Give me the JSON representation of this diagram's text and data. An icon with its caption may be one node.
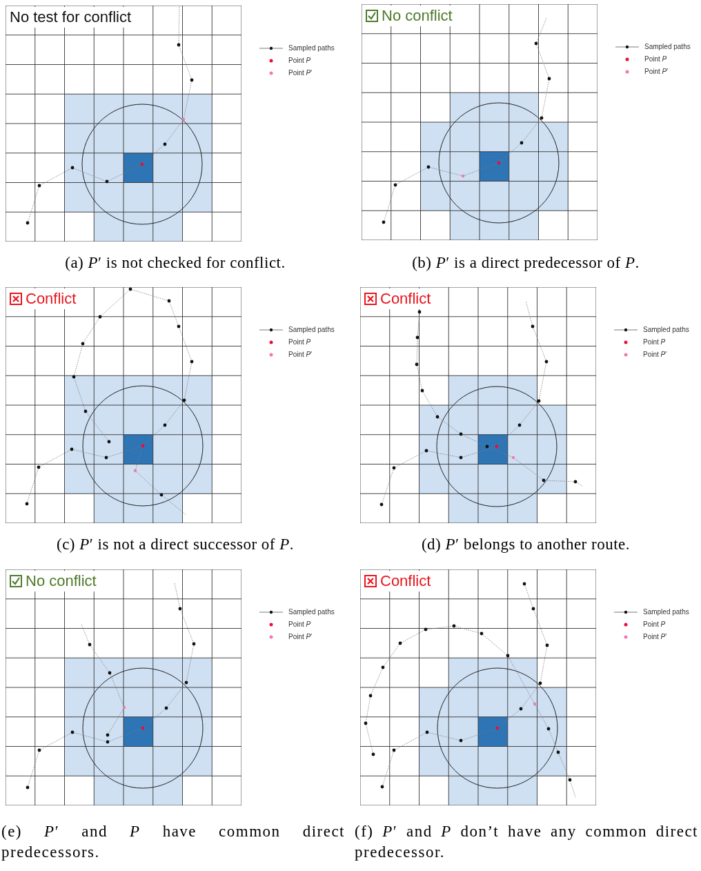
{
  "diagram": {
    "labels": [
      "No test for conflict",
      "No conflict",
      "(a) *P*′ is not checked for conflict.",
      "(b) *P*′ is a direct predecessor of *P*.",
      "Conflict",
      "Conflict",
      "(c) *P*′ is not a direct successor of *P*.",
      "(d) *P*′ belongs to another route.",
      "No conflict",
      "Conflict",
      "(e) *P*′ and *P* have common direct predecessors.",
      "(f) *P*′ and *P* don’t have any common direct predecessor."
    ],
    "legend": [
      {
        "text": "Sampled paths"
      },
      {
        "text": "Point *P*",
        "color": "#e8103a"
      },
      {
        "text": "Point *P*′",
        "color": "#f07ab0"
      },
      {
        "text": "Sampled paths"
      },
      {
        "text": "Point *P*",
        "color": "#e8103a"
      },
      {
        "text": "Point *P*′",
        "color": "#f07ab0"
      },
      {
        "text": "Sampled paths"
      },
      {
        "text": "Point *P*",
        "color": "#e8103a"
      },
      {
        "text": "Point *P*′",
        "color": "#f07ab0"
      },
      {
        "text": "Sampled paths"
      },
      {
        "text": "Point *P*",
        "color": "#e8103a"
      },
      {
        "text": "Point *P*′",
        "color": "#f07ab0"
      },
      {
        "text": "Sampled paths"
      },
      {
        "text": "Point *P*",
        "color": "#e8103a"
      },
      {
        "text": "Point *P*′",
        "color": "#f07ab0"
      },
      {
        "text": "Sampled paths"
      },
      {
        "text": "Point *P*",
        "color": "#e8103a"
      },
      {
        "text": "Point *P*′",
        "color": "#f07ab0"
      }
    ]
  }
}
